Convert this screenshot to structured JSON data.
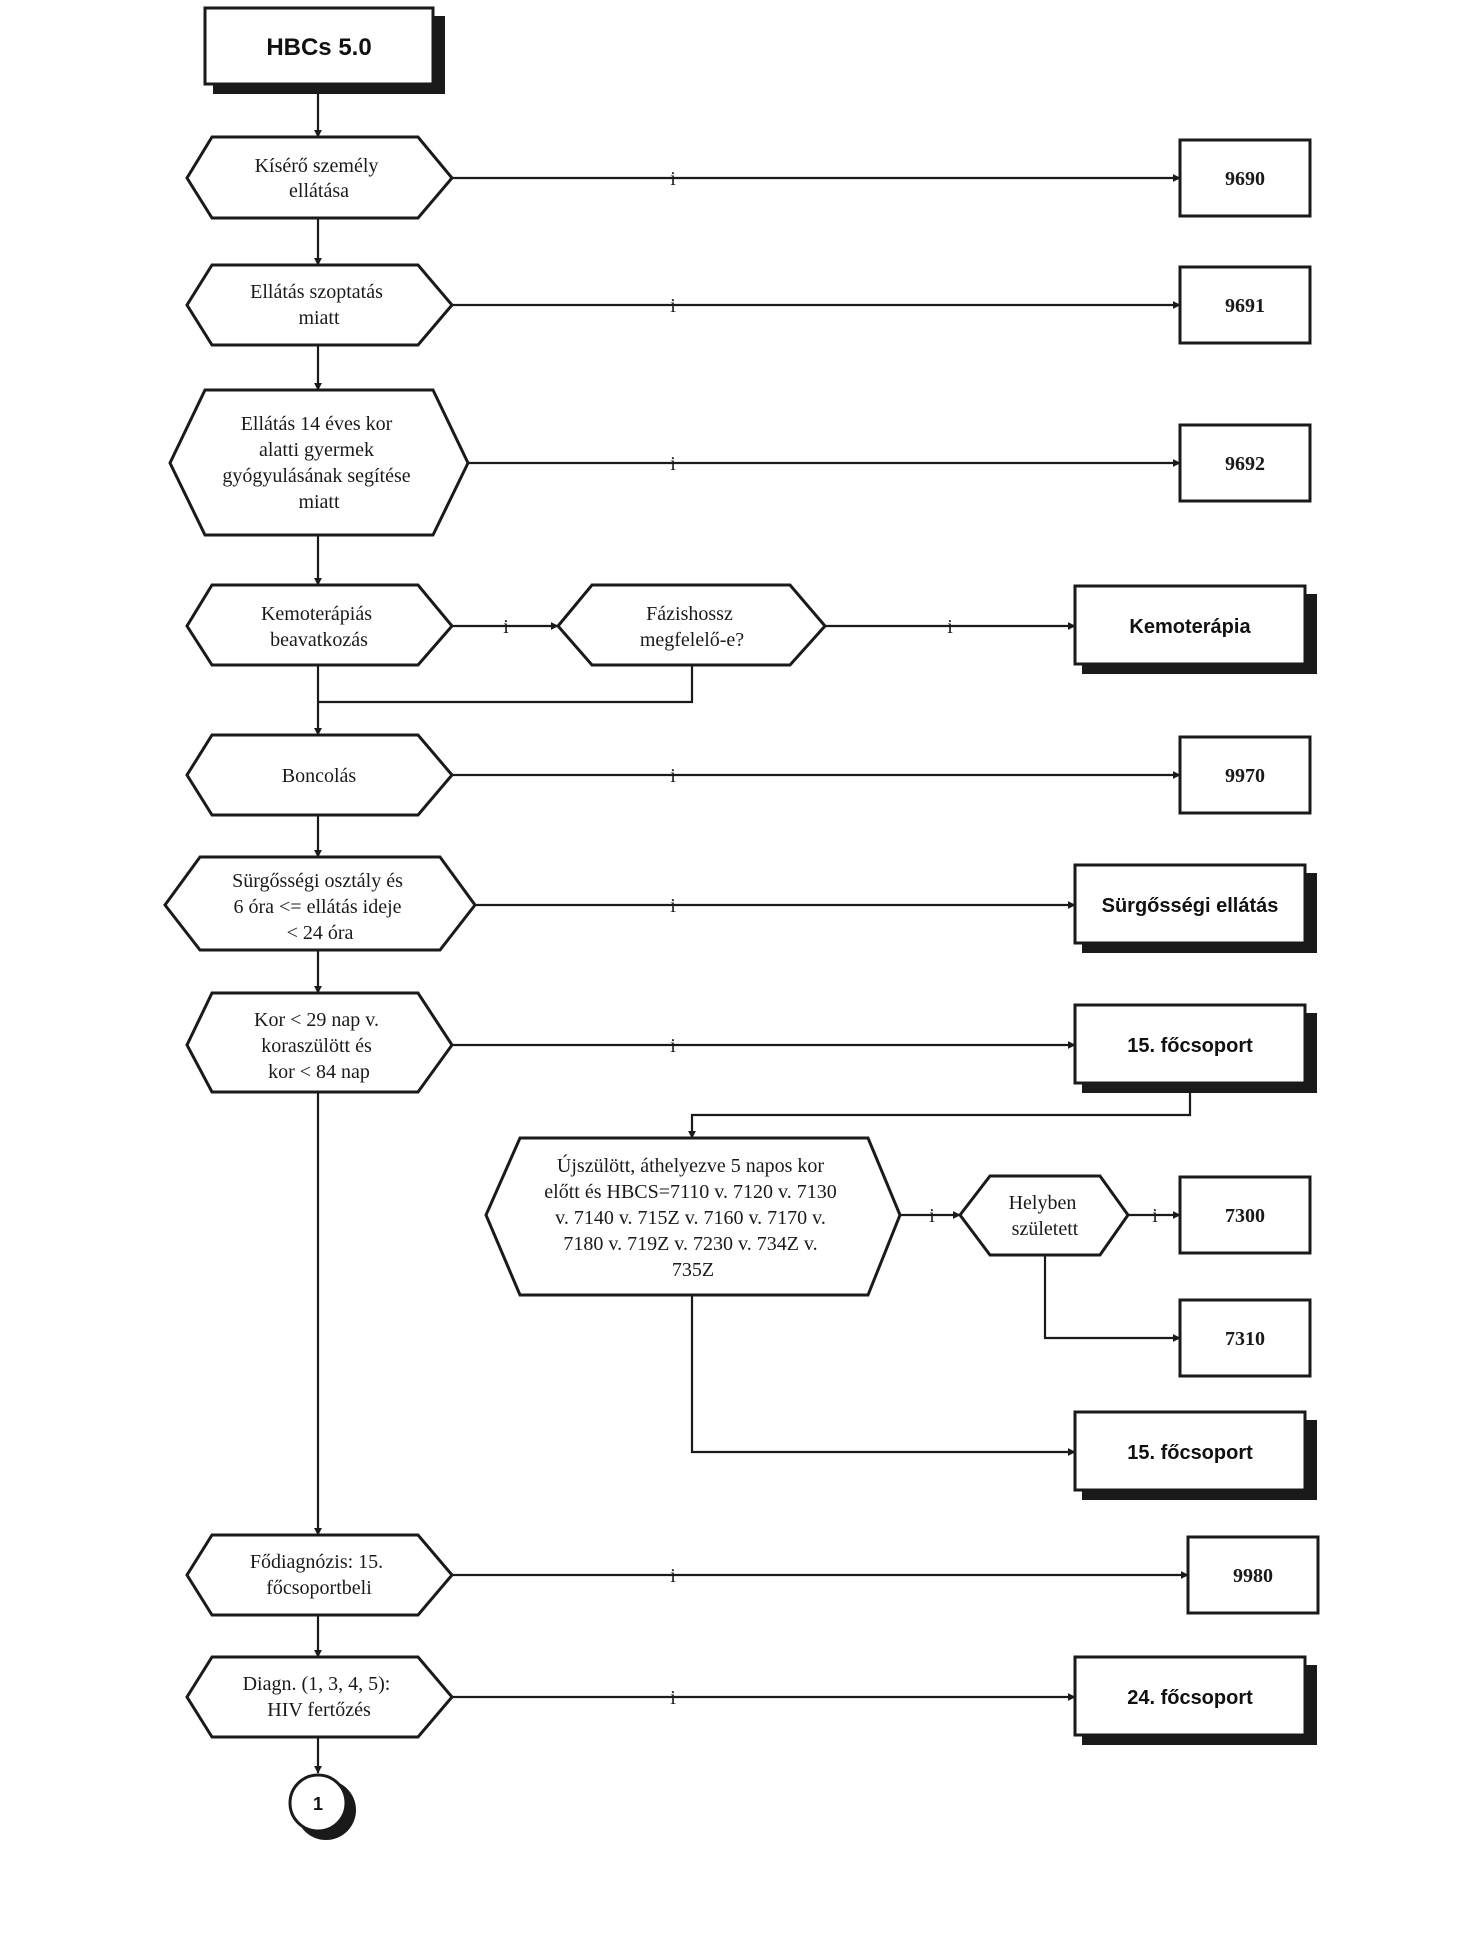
{
  "title": "HBCs 5.0",
  "connector_label": "i",
  "decisions": {
    "kisero": [
      "Kísérő személy",
      "ellátása"
    ],
    "szoptatas": [
      "Ellátás szoptatás",
      "miatt"
    ],
    "gyermek": [
      "Ellátás 14 éves kor",
      "alatti gyermek",
      "gyógyulásának segítése",
      "miatt"
    ],
    "kemo": [
      "Kemoterápiás",
      "beavatkozás"
    ],
    "fazis": [
      "Fázishossz",
      "megfelelő-e?"
    ],
    "boncolas": [
      "Boncolás"
    ],
    "surgossegi": [
      "Sürgősségi osztály és",
      "6 óra <= ellátás ideje",
      "< 24 óra"
    ],
    "kor": [
      "Kor < 29 nap v.",
      "koraszülött és",
      "kor < 84 nap"
    ],
    "ujszulott": [
      "Újszülött, áthelyezve 5 napos kor",
      "előtt és HBCS=7110 v. 7120 v. 7130",
      "v. 7140 v. 715Z v. 7160 v. 7170 v.",
      "7180 v. 719Z v. 7230 v. 734Z v.",
      "735Z"
    ],
    "helyben": [
      "Helyben",
      "született"
    ],
    "fodiagnozis": [
      "Fődiagnózis: 15.",
      "főcsoportbeli"
    ],
    "hiv": [
      "Diagn. (1, 3, 4, 5):",
      "HIV fertőzés"
    ]
  },
  "results": {
    "r9690": "9690",
    "r9691": "9691",
    "r9692": "9692",
    "kemoterapia": "Kemoterápia",
    "r9970": "9970",
    "surgossegi_ellatas": "Sürgősségi ellátás",
    "focsoport15_a": "15. főcsoport",
    "r7300": "7300",
    "r7310": "7310",
    "focsoport15_b": "15. főcsoport",
    "r9980": "9980",
    "focsoport24": "24. főcsoport"
  },
  "connector": "1"
}
